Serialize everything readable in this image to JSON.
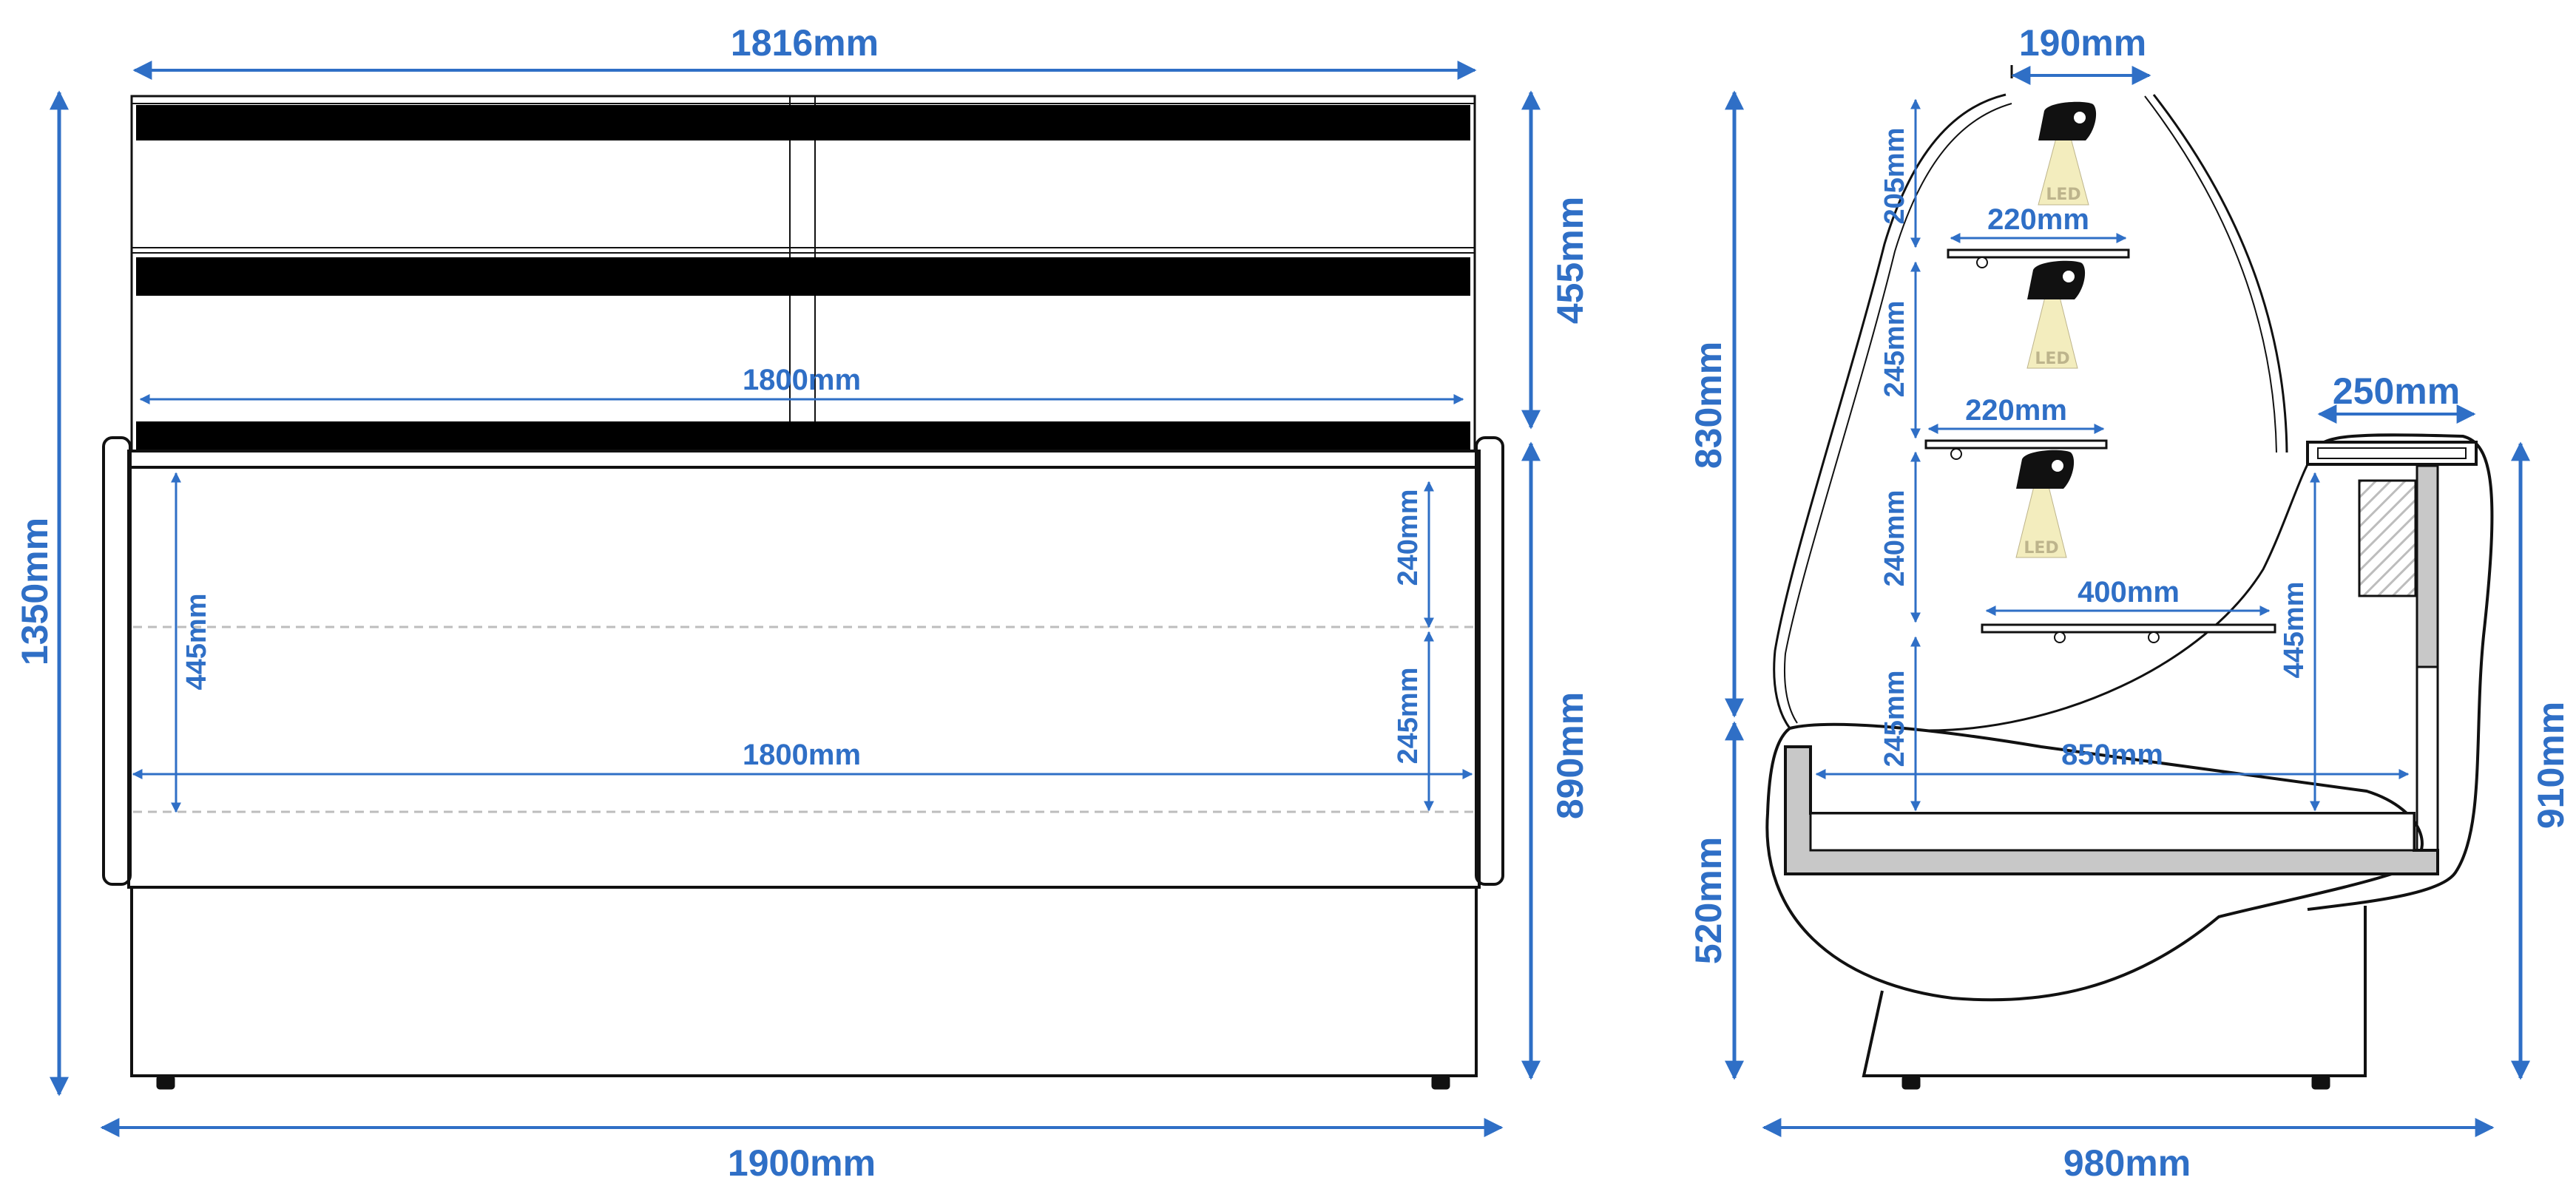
{
  "colors": {
    "dimension": "#2f6fc6",
    "outline": "#111111",
    "shelf_fill": "#000000",
    "base_fill": "#c8c8c8",
    "led_light": "#f3edbe",
    "led_text": "#bdb48c",
    "dash": "#bdbdbd"
  },
  "front_view": {
    "overall_width": "1816mm",
    "total_height": "1350mm",
    "upper_height": "455mm",
    "lower_height": "890mm",
    "shelf_width": "1800mm",
    "interior_height_left": "445mm",
    "shelf_gap_upper": "240mm",
    "shelf_gap_lower": "245mm",
    "base_width": "1800mm",
    "footprint_width": "1900mm"
  },
  "side_view": {
    "top_width": "190mm",
    "light_to_shelf_1": "205mm",
    "shelf_1_width": "220mm",
    "shelf_gap_1": "245mm",
    "shelf_2_width": "220mm",
    "shelf_gap_2": "240mm",
    "shelf_3_width": "400mm",
    "shelf_gap_3": "245mm",
    "upper_height": "830mm",
    "lower_height": "520mm",
    "counter_width": "250mm",
    "counter_height": "445mm",
    "base_depth": "850mm",
    "right_height": "910mm",
    "total_depth": "980mm",
    "led_label": "LED"
  }
}
